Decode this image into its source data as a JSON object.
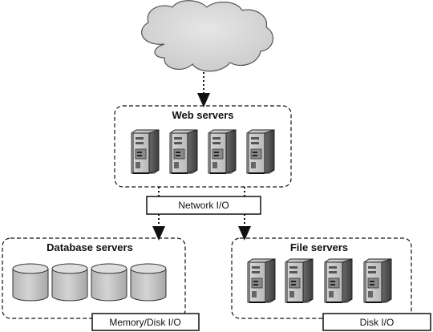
{
  "groups": {
    "web": {
      "title": "Web servers",
      "server_count": 4
    },
    "database": {
      "title": "Database servers",
      "disk_count": 4
    },
    "file": {
      "title": "File servers",
      "server_count": 4
    }
  },
  "io_labels": {
    "network": "Network I/O",
    "memory_disk": "Memory/Disk I/O",
    "disk": "Disk I/O"
  }
}
